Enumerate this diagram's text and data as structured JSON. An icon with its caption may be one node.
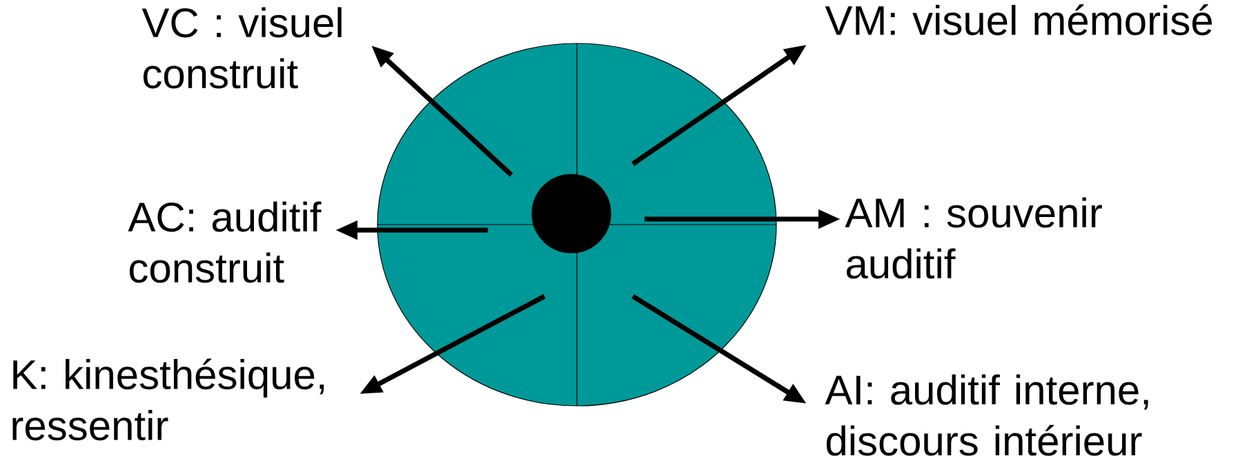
{
  "diagram": {
    "nodes": [
      {
        "text": [],
        "shape": "circle"
      },
      {
        "text": [],
        "shape": "circle",
        "in": 0
      },
      {
        "text": [
          "VC : visuel construit"
        ]
      },
      {
        "text": [
          "VM: visuel mémorisé"
        ]
      },
      {
        "text": [
          "AC: auditif construit"
        ]
      },
      {
        "text": [
          "AM : souvenir auditif"
        ]
      },
      {
        "text": [
          "K: kinesthésique, ressentir"
        ]
      },
      {
        "text": [
          "AI: auditif interne, discours intérieur"
        ]
      }
    ],
    "edges": [
      {
        "from": 1,
        "to": 2,
        "arrow": "to"
      },
      {
        "from": 1,
        "to": 3,
        "arrow": "to"
      },
      {
        "from": 1,
        "to": 4,
        "arrow": "to"
      },
      {
        "from": 1,
        "to": 5,
        "arrow": "to"
      },
      {
        "from": 1,
        "to": 6,
        "arrow": "to"
      },
      {
        "from": 1,
        "to": 7,
        "arrow": "to"
      }
    ]
  }
}
